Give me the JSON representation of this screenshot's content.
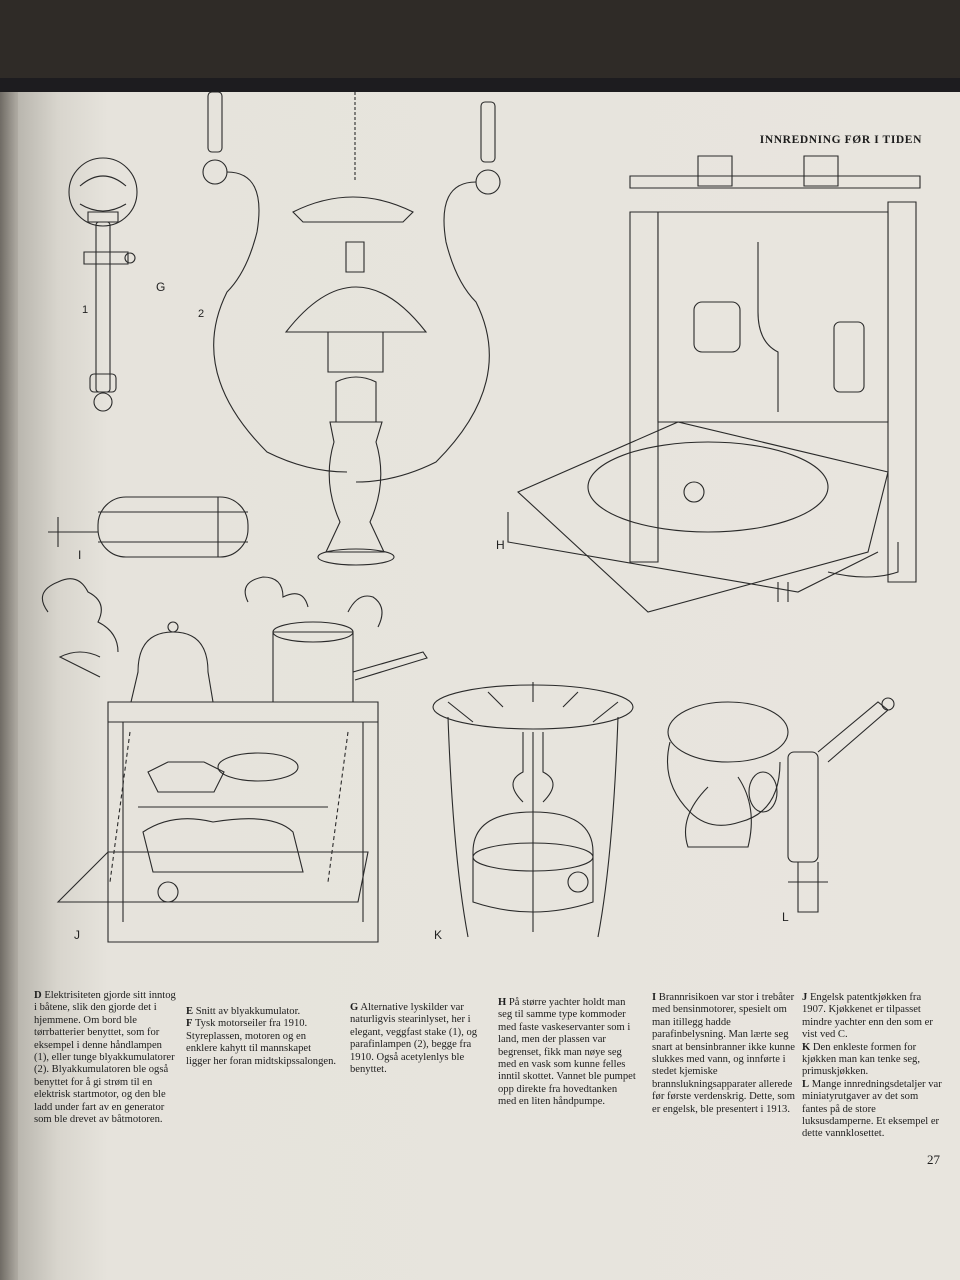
{
  "running_head": "INNREDNING FØR I TIDEN",
  "page_number": "27",
  "figure_labels": {
    "G": "G",
    "g1": "1",
    "g2": "2",
    "H": "H",
    "I": "I",
    "J": "J",
    "K": "K",
    "L": "L"
  },
  "captions": [
    {
      "letter": "D",
      "text": "Elektrisiteten gjorde sitt inntog i båtene, slik den gjorde det i hjemmene. Om bord ble tørrbatterier benyttet, som for eksempel i denne håndlampen (1), eller tunge blyakkumulatorer (2). Blyakkumulatoren ble også benyttet for å gi strøm til en elektrisk startmotor, og den ble ladd under fart av en generator som ble drevet av båtmotoren."
    },
    {
      "letter": "E",
      "text": "Snitt av blyakkumulator.",
      "letter2": "F",
      "text2": "Tysk motorseiler fra 1910. Styreplassen, motoren og en enklere kahytt til mannskapet ligger her foran midtskipssalongen."
    },
    {
      "letter": "G",
      "text": "Alternative lyskilder var naturligvis stearinlyset, her i elegant, veggfast stake (1), og parafinlampen (2), begge fra 1910. Også acetylenlys ble benyttet."
    },
    {
      "letter": "H",
      "text": "På større yachter holdt man seg til samme type kommoder med faste vaskeservanter som i land, men der plassen var begrenset, fikk man nøye seg med en vask som kunne felles inntil skottet. Vannet ble pumpet opp direkte fra hovedtanken med en liten håndpumpe."
    },
    {
      "letter": "I",
      "text": "Brannrisikoen var stor i trebåter med bensinmotorer, spesielt om man itillegg hadde parafinbelysning. Man lærte seg snart at bensinbranner ikke kunne slukkes med vann, og innførte i stedet kjemiske brannslukningsapparater allerede før første verdenskrig. Dette, som er engelsk, ble presentert i 1913."
    },
    {
      "letter": "J",
      "text": "Engelsk patentkjøkken fra 1907. Kjøkkenet er tilpasset mindre yachter enn den som er vist ved C.",
      "letter2": "K",
      "text2": "Den enkleste formen for kjøkken man kan tenke seg, primuskjøkken.",
      "letter3": "L",
      "text3": "Mange innredningsdetaljer var miniatyrutgaver av det som fantes på de store luksusdamperne. Et eksempel er dette vannklosettet."
    }
  ]
}
